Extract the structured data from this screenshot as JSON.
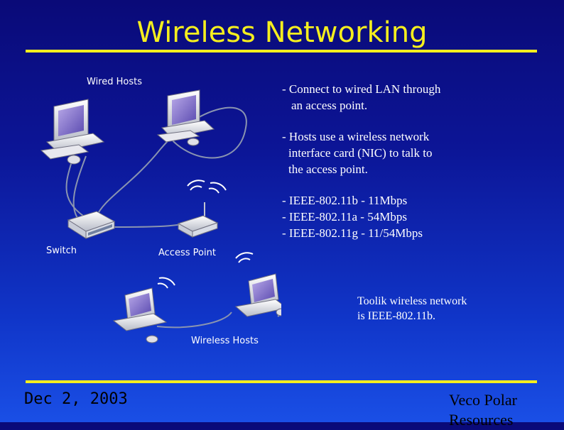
{
  "slide": {
    "title": "Wireless Networking",
    "footer_date": "Dec 2, 2003",
    "footer_org_line1": "Veco Polar",
    "footer_org_line2": "Resources"
  },
  "diagram": {
    "labels": {
      "wired_hosts": "Wired Hosts",
      "switch": "Switch",
      "access_point": "Access Point",
      "wireless_hosts": "Wireless Hosts"
    }
  },
  "bullets": [
    {
      "line1": "- Connect to wired LAN through",
      "line2": "an access point."
    },
    {
      "line1": "- Hosts use a wireless network",
      "line2": "interface card (NIC) to talk to",
      "line3": "the access point."
    },
    {
      "line1": "- IEEE-802.11b  - 11Mbps",
      "line2": "- IEEE-802.11a  - 54Mbps",
      "line3": "- IEEE-802.11g  - 11/54Mbps"
    }
  ],
  "note": {
    "line1": "Toolik wireless network",
    "line2": "is IEEE-802.11b."
  },
  "colors": {
    "title": "#f5ee1e",
    "rule": "#f5ee1e",
    "background_top": "#0a0a78",
    "background_bottom": "#1a4fe6"
  }
}
